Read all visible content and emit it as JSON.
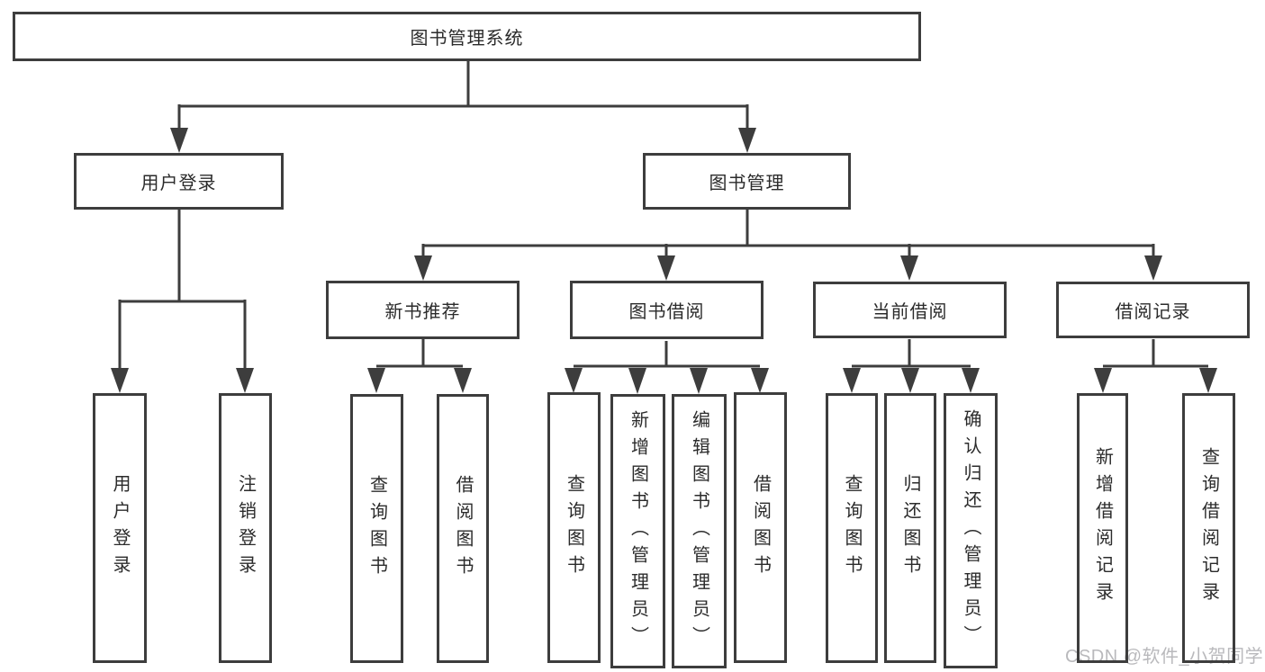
{
  "colors": {
    "line": "#3d3d3d",
    "text": "#2b2b2b",
    "watermark": "#b9b9bc",
    "background": "#ffffff"
  },
  "tree": {
    "root": {
      "label": "图书管理系统"
    },
    "branches": [
      {
        "label": "用户登录",
        "children": [
          {
            "label": "用户登录"
          },
          {
            "label": "注销登录"
          }
        ]
      },
      {
        "label": "图书管理",
        "children": [
          {
            "label": "新书推荐",
            "children": [
              {
                "label": "查询图书"
              },
              {
                "label": "借阅图书"
              }
            ]
          },
          {
            "label": "图书借阅",
            "children": [
              {
                "label": "查询图书"
              },
              {
                "label": "新增图书（管理员）"
              },
              {
                "label": "编辑图书（管理员）"
              },
              {
                "label": "借阅图书"
              }
            ]
          },
          {
            "label": "当前借阅",
            "children": [
              {
                "label": "查询图书"
              },
              {
                "label": "归还图书"
              },
              {
                "label": "确认归还（管理员）"
              }
            ]
          },
          {
            "label": "借阅记录",
            "children": [
              {
                "label": "新增借阅记录"
              },
              {
                "label": "查询借阅记录"
              }
            ]
          }
        ]
      }
    ]
  },
  "watermark": {
    "text": "CSDN @软件_小贺同学"
  }
}
